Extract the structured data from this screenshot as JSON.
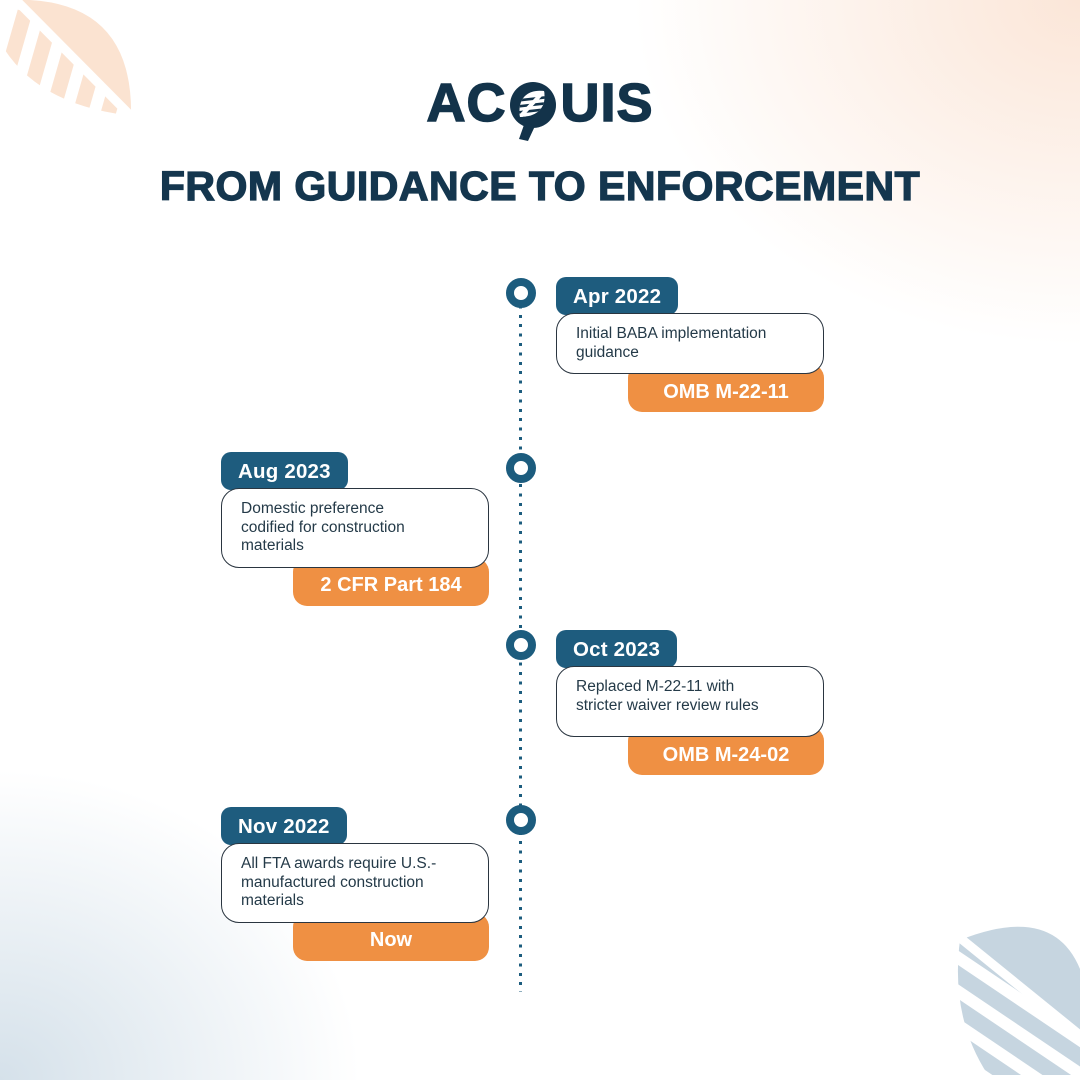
{
  "brand": {
    "name_prefix": "AC",
    "name_suffix": "UIS",
    "full_name": "ACQUIS",
    "logo_icon": "leaf-in-circle"
  },
  "title": "FROM GUIDANCE TO ENFORCEMENT",
  "colors": {
    "teal": "#1E5C7E",
    "orange": "#EF9043",
    "navy_text": "#14364E",
    "card_border": "#2A3540",
    "peach_decoration": "#FBE3D1",
    "blue_decoration": "#C6D5E0"
  },
  "timeline": {
    "orientation": "vertical-dotted-line",
    "events": [
      {
        "date": "Apr 2022",
        "side": "right",
        "description": "Initial BABA implementation\nguidance",
        "tag": "OMB M-22-11"
      },
      {
        "date": "Aug 2023",
        "side": "left",
        "description": "Domestic preference\ncodified for construction\nmaterials",
        "tag": "2 CFR Part 184"
      },
      {
        "date": "Oct 2023",
        "side": "right",
        "description": "Replaced M-22-11 with\nstricter waiver review rules",
        "tag": "OMB M-24-02"
      },
      {
        "date": "Nov 2022",
        "side": "left",
        "description": "All FTA awards require U.S.-\nmanufactured construction\nmaterials",
        "tag": "Now"
      }
    ]
  }
}
